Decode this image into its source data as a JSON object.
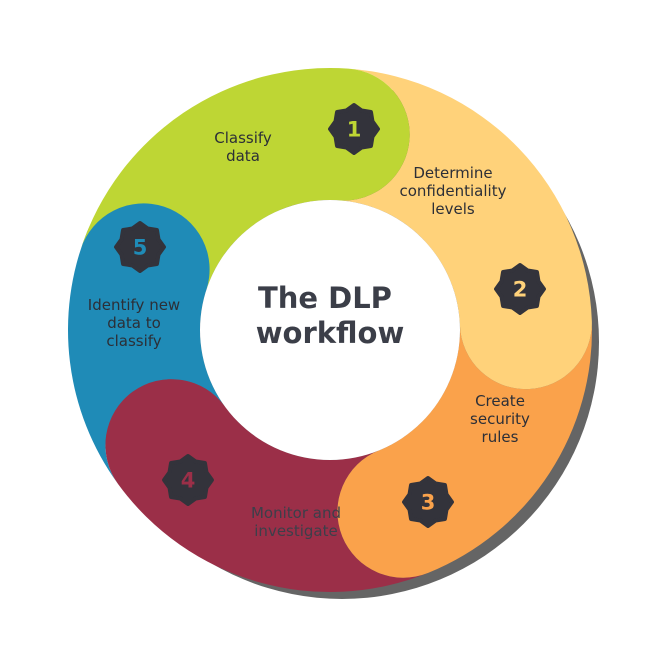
{
  "title_lines": [
    "The DLP",
    "workflow"
  ],
  "colors": {
    "green": "#bed634",
    "yellow": "#ffd27a",
    "orange": "#faa24b",
    "maroon": "#9b2f48",
    "blue": "#1f8bb7",
    "badge": "#33333b",
    "shadow": "#4a4a4a"
  },
  "steps": [
    {
      "number": "1",
      "label_lines": [
        "Classify",
        "data"
      ],
      "color": "#bed634",
      "number_color": "#bed634"
    },
    {
      "number": "2",
      "label_lines": [
        "Determine",
        "confidentiality",
        "levels"
      ],
      "color": "#ffd27a",
      "number_color": "#ffd27a"
    },
    {
      "number": "3",
      "label_lines": [
        "Create",
        "security",
        "rules"
      ],
      "color": "#faa24b",
      "number_color": "#faa24b"
    },
    {
      "number": "4",
      "label_lines": [
        "Monitor and",
        "investigate"
      ],
      "color": "#9b2f48",
      "number_color": "#9b2f48"
    },
    {
      "number": "5",
      "label_lines": [
        "Identify new",
        "data to",
        "classify"
      ],
      "color": "#1f8bb7",
      "number_color": "#1f8bb7"
    }
  ]
}
